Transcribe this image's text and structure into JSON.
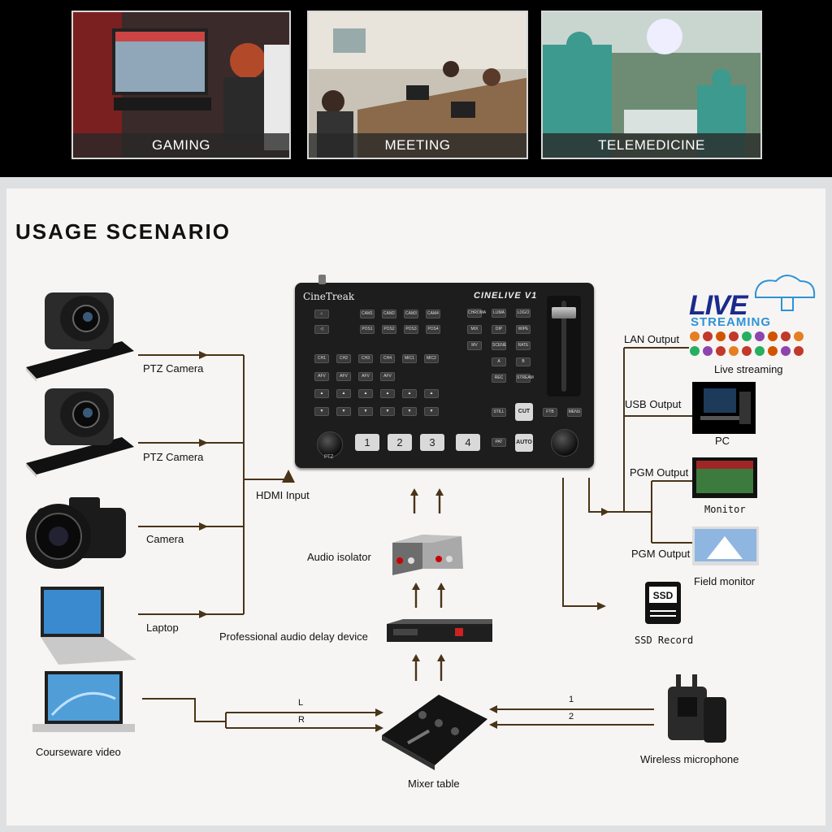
{
  "photos": [
    {
      "caption": "GAMING"
    },
    {
      "caption": "MEETING"
    },
    {
      "caption": "TELEMEDICINE"
    }
  ],
  "heading": "USAGE SCENARIO",
  "device": {
    "brand": "CineTreak",
    "model": "CINELIVE V1",
    "row1": [
      "CAM1",
      "CAM2",
      "CAM3",
      "CAM4"
    ],
    "row2": [
      "POS1",
      "POS2",
      "POS3",
      "POS4"
    ],
    "row3": [
      "CH1",
      "CH2",
      "CH3",
      "CH4",
      "MIC1",
      "MIC2"
    ],
    "row4": [
      "AFV",
      "AFV",
      "AFV",
      "AFV"
    ],
    "right_col1": [
      "CHROMA",
      "MIX",
      "MV"
    ],
    "right_col2": [
      "LUMA",
      "DIP",
      "SCENE",
      "A",
      "REC"
    ],
    "right_col3": [
      "LOGO",
      "WIPE",
      "RATE",
      "B",
      "STREAM"
    ],
    "bigkeys": [
      "1",
      "2",
      "3",
      "4"
    ],
    "ptz": "PTZ",
    "still": "STILL",
    "cut": "CUT",
    "ftb": "FTB",
    "menu": "MENU",
    "pat": "PAT",
    "auto": "AUTO",
    "tbar_position": 0.1
  },
  "labels": {
    "ptz1": "PTZ Camera",
    "ptz2": "PTZ Camera",
    "camera": "Camera",
    "laptop": "Laptop",
    "hdmi": "HDMI Input",
    "audio_isolator": "Audio isolator",
    "audio_delay": "Professional audio delay device",
    "courseware": "Courseware video",
    "L": "L",
    "R": "R",
    "mixer": "Mixer table",
    "ch1": "1",
    "ch2": "2",
    "wireless": "Wireless microphone",
    "lan": "LAN Output",
    "live_streaming": "Live streaming",
    "usb": "USB Output",
    "pc": "PC",
    "pgm1": "PGM Output",
    "monitor": "Monitor",
    "pgm2": "PGM Output",
    "field_monitor": "Field monitor",
    "ssd_record": "SSD Record",
    "ssd_badge": "SSD",
    "live_logo": "LIVE",
    "streaming_logo": "STREAMING"
  },
  "colors": {
    "line": "#4a3418",
    "accent_blue": "#2e93d6"
  }
}
